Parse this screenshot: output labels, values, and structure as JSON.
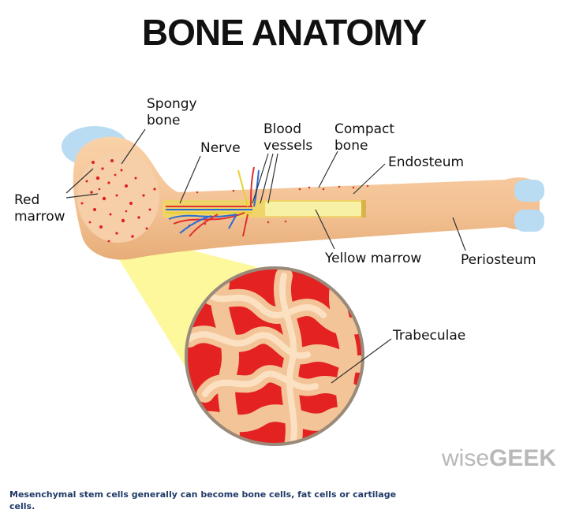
{
  "title": "BONE ANATOMY",
  "labels": {
    "spongy_bone_1": "Spongy",
    "spongy_bone_2": "bone",
    "nerve": "Nerve",
    "blood_vessels_1": "Blood",
    "blood_vessels_2": "vessels",
    "compact_bone_1": "Compact",
    "compact_bone_2": "bone",
    "endosteum": "Endosteum",
    "red_marrow_1": "Red",
    "red_marrow_2": "marrow",
    "yellow_marrow": "Yellow marrow",
    "periosteum": "Periosteum",
    "trabeculae": "Trabeculae"
  },
  "brand": {
    "prefix": "wise",
    "suffix": "GEEK"
  },
  "caption": "Mesenchymal stem cells generally can become bone cells, fat cells or cartilage cells.",
  "colors": {
    "bone": "#f4c79a",
    "bone_dark": "#e8b07c",
    "cartilage": "#b9dcf2",
    "red_marrow": "#e01e1e",
    "yellow_marrow": "#f6ef9b",
    "zoom_cone": "#fbf78a"
  }
}
